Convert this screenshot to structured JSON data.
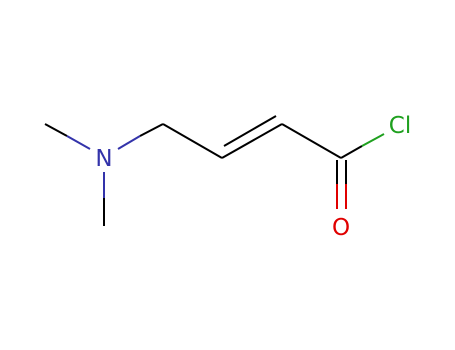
{
  "molecule": {
    "atoms": {
      "nitrogen": {
        "label": "N",
        "color": "#3333aa"
      },
      "chlorine": {
        "label": "Cl",
        "color": "#1fa01f"
      },
      "oxygen": {
        "label": "O",
        "color": "#e00000"
      }
    },
    "bond_color": "#000000"
  }
}
